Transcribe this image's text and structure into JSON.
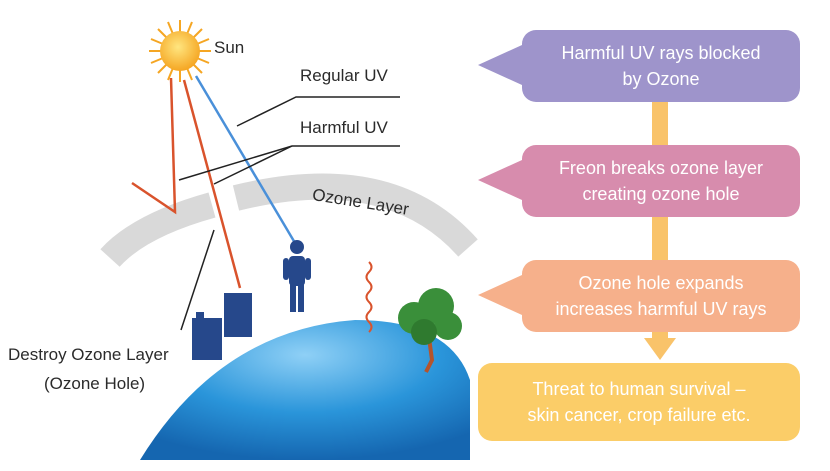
{
  "labels": {
    "sun": "Sun",
    "regular_uv": "Regular UV",
    "harmful_uv": "Harmful UV",
    "ozone_layer": "Ozone Layer",
    "destroy_line1": "Destroy Ozone Layer",
    "destroy_line2": "(Ozone Hole)"
  },
  "steps": [
    {
      "line1": "Harmful UV rays blocked",
      "line2": "by Ozone",
      "color": "#9e94cb"
    },
    {
      "line1": "Freon breaks ozone layer",
      "line2": "creating ozone hole",
      "color": "#d78cad"
    },
    {
      "line1": "Ozone hole expands",
      "line2": "increases harmful UV rays",
      "color": "#f6b08b"
    },
    {
      "line1": "Threat to human survival –",
      "line2": "skin cancer, crop failure etc.",
      "color": "#fbcd68"
    }
  ],
  "colors": {
    "sun": "#f5a623",
    "earth": "#2a95da",
    "ozone": "#d9d9d9",
    "harmful_ray": "#d9532c",
    "regular_ray": "#4a90d9",
    "person": "#26488b",
    "tree": "#3a8f3a",
    "connector": "#f9c36a"
  }
}
